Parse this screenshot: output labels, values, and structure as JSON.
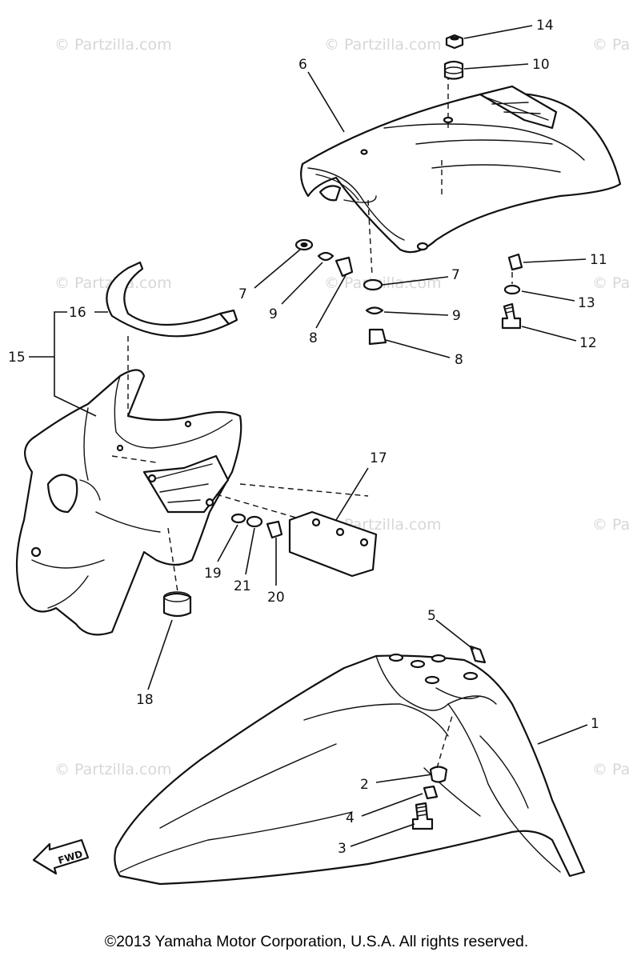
{
  "watermark": "© Partzilla.com",
  "watermark_edge": "© Pa",
  "callouts": {
    "c1": "1",
    "c2": "2",
    "c3": "3",
    "c4": "4",
    "c5": "5",
    "c6": "6",
    "c7a": "7",
    "c7b": "7",
    "c8a": "8",
    "c8b": "8",
    "c9a": "9",
    "c9b": "9",
    "c10": "10",
    "c11": "11",
    "c12": "12",
    "c13": "13",
    "c14": "14",
    "c15": "15",
    "c16": "16",
    "c17": "17",
    "c18": "18",
    "c19": "19",
    "c20": "20",
    "c21": "21"
  },
  "fwd_label": "FWD",
  "copyright": "©2013  Yamaha Motor Corporation, U.S.A. All rights reserved."
}
